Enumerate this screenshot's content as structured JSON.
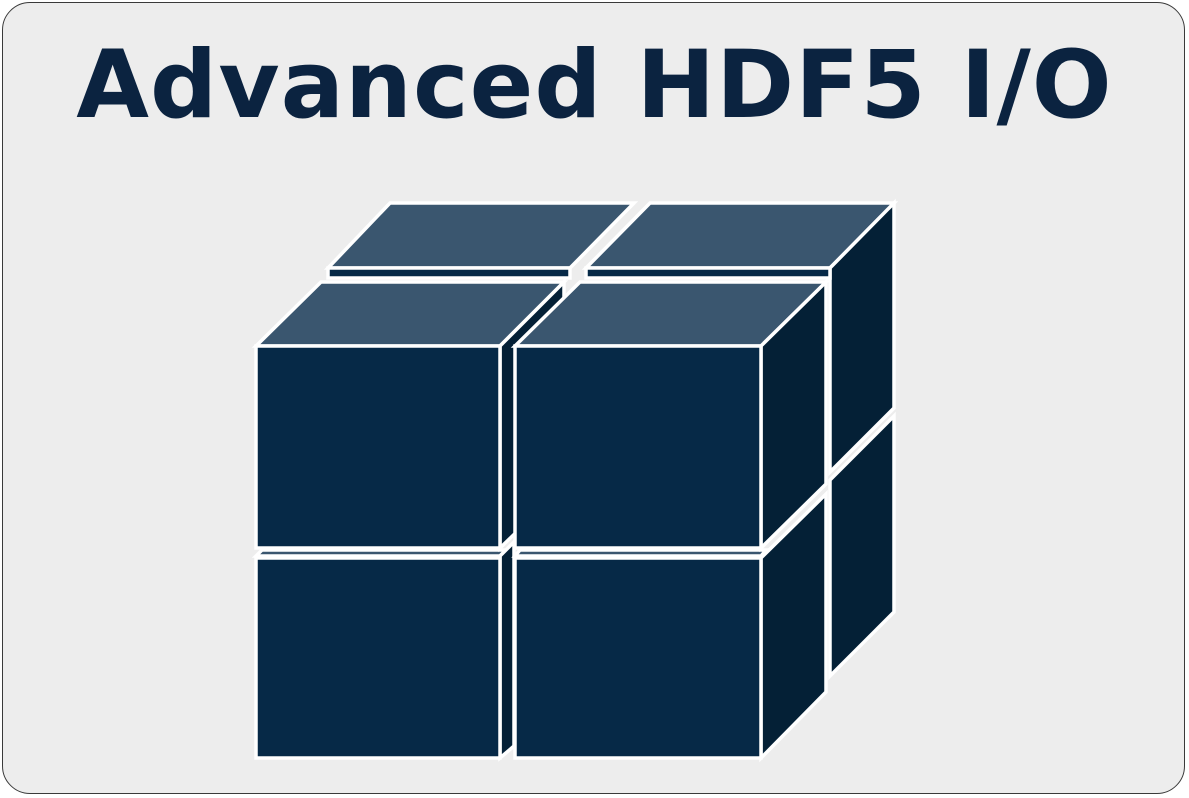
{
  "title": "Advanced HDF5 I/O",
  "colors": {
    "background": "#ededed",
    "frame_border": "#3a3a3a",
    "title_text": "#0b2340",
    "cube_front": "#062947",
    "cube_top": "#3a566f",
    "cube_side": "#042036",
    "cube_stroke": "#ffffff"
  },
  "graphic": {
    "name": "chunked-dataset-cube",
    "chunks": 8
  }
}
